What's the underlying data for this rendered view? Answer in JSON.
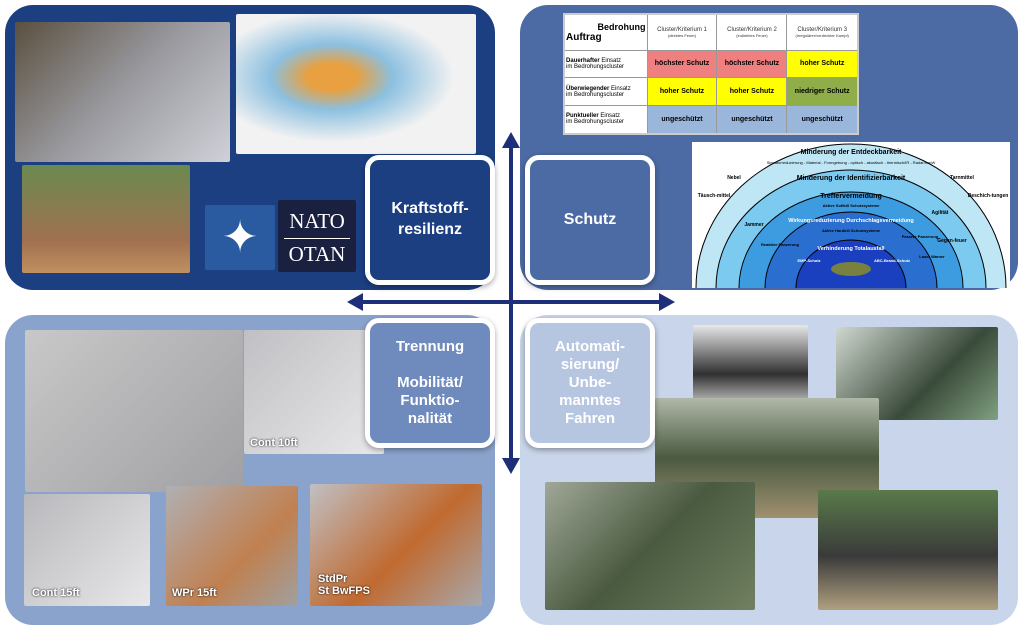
{
  "quadrants": {
    "tl": {
      "title": "Kraftstoff-\nresilienz",
      "logo": "NATO OTAN",
      "logo_top": "NATO",
      "logo_bottom": "OTAN"
    },
    "tr": {
      "title": "Schutz"
    },
    "bl": {
      "title": "Trennung\n\nMobilität/\nFunktio-\nnalität",
      "captions": [
        "Cont 10ft",
        "Cont 15ft",
        "WPr 15ft",
        "StdPr\nSt BwFPS"
      ]
    },
    "br": {
      "title": "Automati-\nsierung/\nUnbe-\nmanntes\nFahren"
    }
  },
  "threat_table": {
    "corner_top": "Bedrohung",
    "corner_bottom": "Auftrag",
    "columns": [
      {
        "name": "Cluster/Kriterium 1",
        "sub": "(direktes Feuer)"
      },
      {
        "name": "Cluster/Kriterium 2",
        "sub": "(indirektes Feuer)"
      },
      {
        "name": "Cluster/Kriterium 3",
        "sub": "(irregulärer/verdeckter Kampf)"
      }
    ],
    "rows": [
      {
        "bold": "Dauerhafter",
        "rest": " Einsatz",
        "line2": "im Bedrohungscluster",
        "cells": [
          "höchster Schutz",
          "höchster Schutz",
          "hoher Schutz"
        ]
      },
      {
        "bold": "Überwiegender",
        "rest": " Einsatz",
        "line2": "im Bedrohungscluster",
        "cells": [
          "hoher Schutz",
          "hoher Schutz",
          "niedriger Schutz"
        ]
      },
      {
        "bold": "Punktueller",
        "rest": " Einsatz",
        "line2": "im Bedrohungscluster",
        "cells": [
          "ungeschützt",
          "ungeschützt",
          "ungeschützt"
        ]
      }
    ]
  },
  "onion": {
    "layers": [
      "Minderung der Entdeckbarkeit",
      "Minderung der Identifizierbarkeit",
      "Treffervermeidung",
      "Wirkungsreduzierung Durchschlagsvermeidung",
      "Verhinderung Totalausfall"
    ],
    "sub": [
      "Signaturreduzierung - Material - Formgebung - optisch - akustisch - thermisch/IR - Radar/mmW",
      "Aktive Softkill Schutzsysteme",
      "Aktive Hardkill Schutzsysteme"
    ],
    "side": [
      "Nebel",
      "Tarnmittel",
      "Täusch-mittel",
      "Beschich-tungen",
      "Jammer",
      "Agilität",
      "Gegen-feuer",
      "Reaktive Panzerung",
      "Passive Panzerung",
      "Laser Warner",
      "EMP-Schutz",
      "ABC-Brand-Schutz"
    ]
  }
}
